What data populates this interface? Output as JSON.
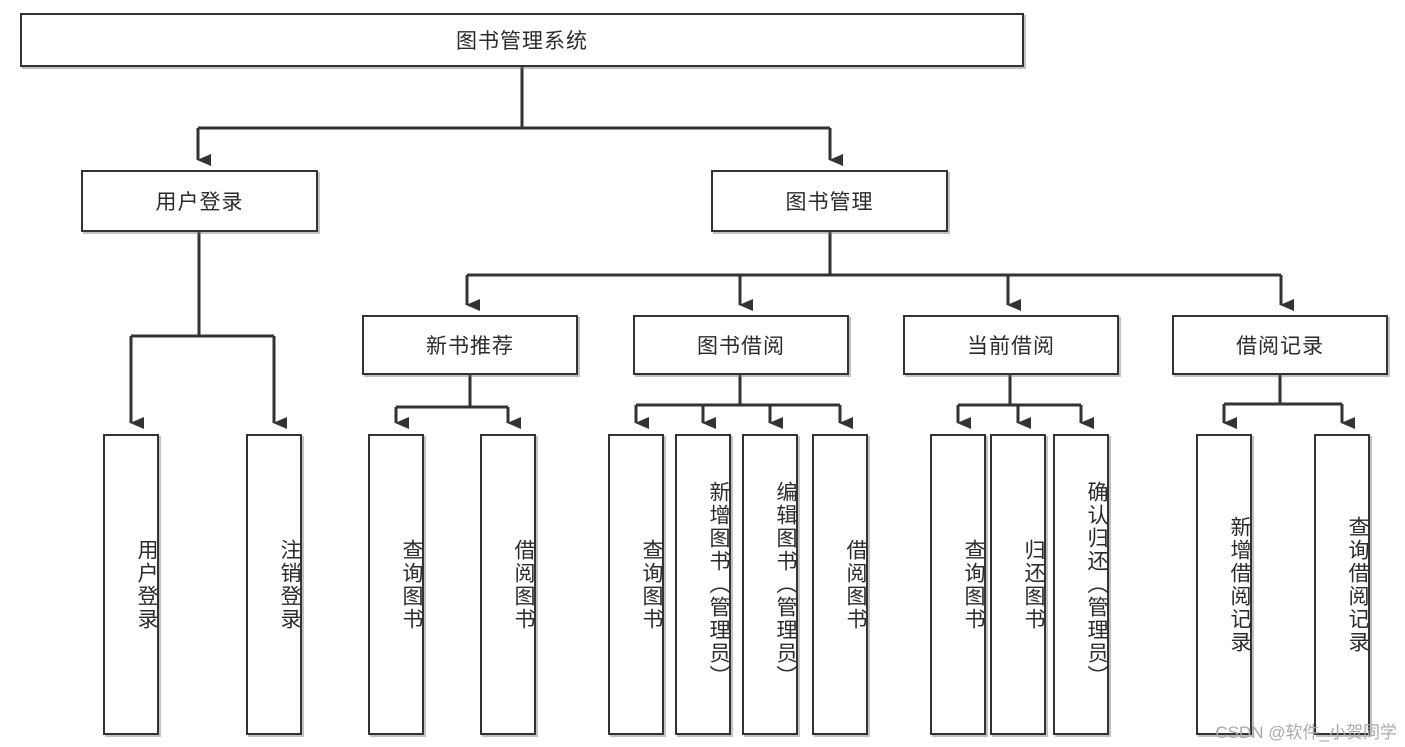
{
  "diagram": {
    "title": "图书管理系统",
    "type": "hierarchy-tree",
    "levels": 4,
    "root": {
      "label": "图书管理系统"
    },
    "level2": [
      {
        "label": "用户登录"
      },
      {
        "label": "图书管理"
      }
    ],
    "level3": [
      {
        "label": "新书推荐"
      },
      {
        "label": "图书借阅"
      },
      {
        "label": "当前借阅"
      },
      {
        "label": "借阅记录"
      }
    ],
    "leaves": {
      "user_login": [
        {
          "label": "用户登录"
        },
        {
          "label": "注销登录"
        }
      ],
      "new_book_recommend": [
        {
          "label": "查询图书"
        },
        {
          "label": "借阅图书"
        }
      ],
      "book_borrow": [
        {
          "label": "查询图书"
        },
        {
          "label": "新增图书（管理员）"
        },
        {
          "label": "编辑图书（管理员）"
        },
        {
          "label": "借阅图书"
        }
      ],
      "current_borrow": [
        {
          "label": "查询图书"
        },
        {
          "label": "归还图书"
        },
        {
          "label": "确认归还（管理员）"
        }
      ],
      "borrow_record": [
        {
          "label": "新增借阅记录"
        },
        {
          "label": "查询借阅记录"
        }
      ]
    }
  },
  "watermark": {
    "text": "CSDN @软件_小贺同学"
  },
  "colors": {
    "box_border": "#333333",
    "box_fill": "#ffffff",
    "connector": "#333333",
    "text": "#2b2b2b",
    "watermark": "#a9a9a9"
  }
}
